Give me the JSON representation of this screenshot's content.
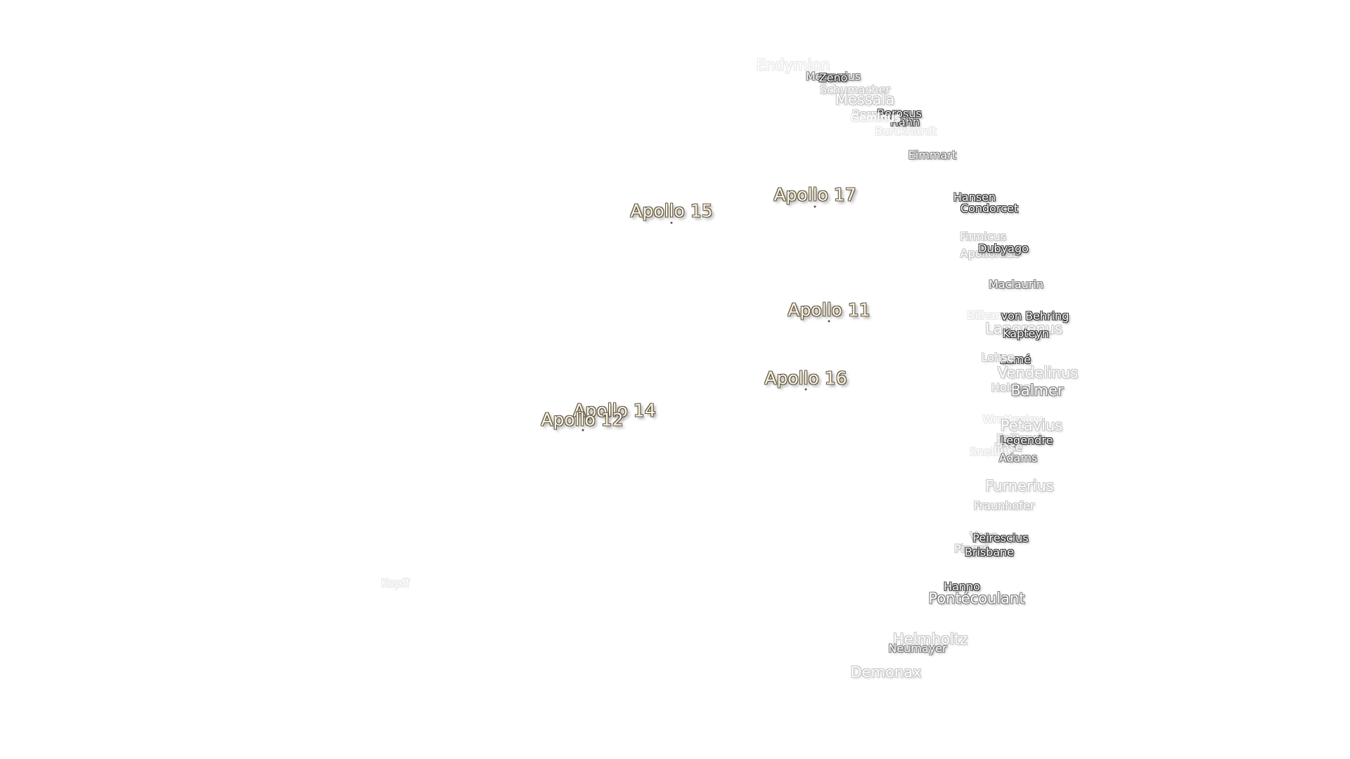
{
  "map": {
    "craters": [
      {
        "name": "Endymion",
        "style": "faint",
        "size": "big"
      },
      {
        "name": "Mercurius",
        "style": "mid",
        "size": "normal"
      },
      {
        "name": "Zeno",
        "style": "dark",
        "size": "normal"
      },
      {
        "name": "Schumacher",
        "style": "light",
        "size": "normal"
      },
      {
        "name": "Messala",
        "style": "light",
        "size": "big"
      },
      {
        "name": "Bernoulli",
        "style": "light",
        "size": "normal"
      },
      {
        "name": "Berosus",
        "style": "dark",
        "size": "normal"
      },
      {
        "name": "Hahn",
        "style": "dark",
        "size": "normal"
      },
      {
        "name": "Geminus",
        "style": "faint",
        "size": "normal"
      },
      {
        "name": "Burckhardt",
        "style": "faint",
        "size": "normal"
      },
      {
        "name": "Eimmart",
        "style": "mid",
        "size": "normal"
      },
      {
        "name": "Hansen",
        "style": "dark",
        "size": "normal"
      },
      {
        "name": "Condorcet",
        "style": "dark",
        "size": "normal"
      },
      {
        "name": "Firmicus",
        "style": "light",
        "size": "normal"
      },
      {
        "name": "Apollonius",
        "style": "light",
        "size": "normal"
      },
      {
        "name": "Dubyago",
        "style": "dark",
        "size": "normal"
      },
      {
        "name": "Maclaurin",
        "style": "mid",
        "size": "normal"
      },
      {
        "name": "Bilharz",
        "style": "faint",
        "size": "normal"
      },
      {
        "name": "von Behring",
        "style": "dark",
        "size": "normal"
      },
      {
        "name": "Langrenus",
        "style": "light",
        "size": "big"
      },
      {
        "name": "Kapteyn",
        "style": "dark",
        "size": "normal"
      },
      {
        "name": "Lamé",
        "style": "dark",
        "size": "normal"
      },
      {
        "name": "Lohse",
        "style": "light",
        "size": "normal"
      },
      {
        "name": "Vendelinus",
        "style": "light",
        "size": "big"
      },
      {
        "name": "Holden",
        "style": "light",
        "size": "normal"
      },
      {
        "name": "Balmer",
        "style": "mid",
        "size": "big"
      },
      {
        "name": "Wrottesley",
        "style": "faint",
        "size": "normal"
      },
      {
        "name": "Petavius",
        "style": "light",
        "size": "big"
      },
      {
        "name": "Palitzsch",
        "style": "light",
        "size": "normal"
      },
      {
        "name": "Legendre",
        "style": "dark",
        "size": "normal"
      },
      {
        "name": "Hase",
        "style": "light",
        "size": "normal"
      },
      {
        "name": "Snellius",
        "style": "faint",
        "size": "normal"
      },
      {
        "name": "Adams",
        "style": "mid",
        "size": "normal"
      },
      {
        "name": "Furnerius",
        "style": "light",
        "size": "big"
      },
      {
        "name": "Fraunhofer",
        "style": "light",
        "size": "normal"
      },
      {
        "name": "Vega",
        "style": "light",
        "size": "normal"
      },
      {
        "name": "Peirescius",
        "style": "dark",
        "size": "normal"
      },
      {
        "name": "Pingré",
        "style": "light",
        "size": "normal"
      },
      {
        "name": "Brisbane",
        "style": "dark",
        "size": "normal"
      },
      {
        "name": "Hanno",
        "style": "dark",
        "size": "normal"
      },
      {
        "name": "Pontécoulant",
        "style": "mid",
        "size": "big"
      },
      {
        "name": "Helmholtz",
        "style": "light",
        "size": "big"
      },
      {
        "name": "Neumayer",
        "style": "mid",
        "size": "normal"
      },
      {
        "name": "Demonax",
        "style": "light",
        "size": "big"
      },
      {
        "name": "Kopff",
        "style": "faint",
        "size": "normal"
      }
    ],
    "apollo_sites": [
      {
        "name": "Apollo 15"
      },
      {
        "name": "Apollo 17"
      },
      {
        "name": "Apollo 11"
      },
      {
        "name": "Apollo 16"
      },
      {
        "name": "Apollo 14"
      },
      {
        "name": "Apollo 12"
      }
    ],
    "colors": {
      "background": "#ffffff",
      "apollo_fill": "#fbf3dc",
      "apollo_outline": "#5c5344",
      "crater_fill": "#ffffff"
    }
  }
}
